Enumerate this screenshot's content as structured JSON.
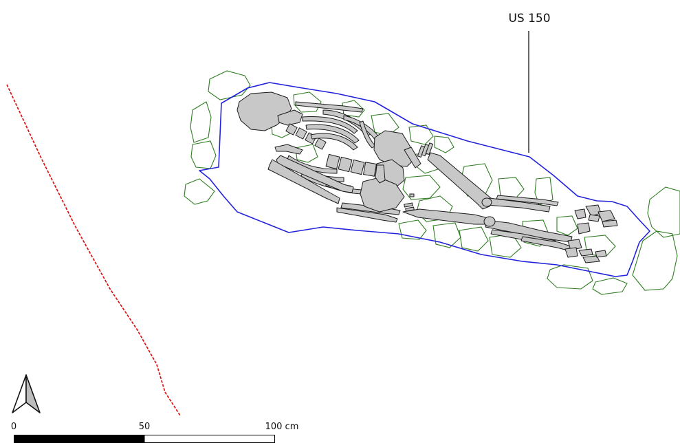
{
  "annotations": {
    "unit_label": "US 150"
  },
  "scale_bar": {
    "tick_start": "0",
    "tick_mid": "50",
    "tick_end": "100 cm"
  },
  "north_arrow": {
    "icon": "north-arrow-icon"
  },
  "colors": {
    "cut_outline": "#2222dd",
    "stone_outline": "#2f7d22",
    "trench_line": "#dd1111",
    "bone_fill": "#c8c8c8"
  }
}
